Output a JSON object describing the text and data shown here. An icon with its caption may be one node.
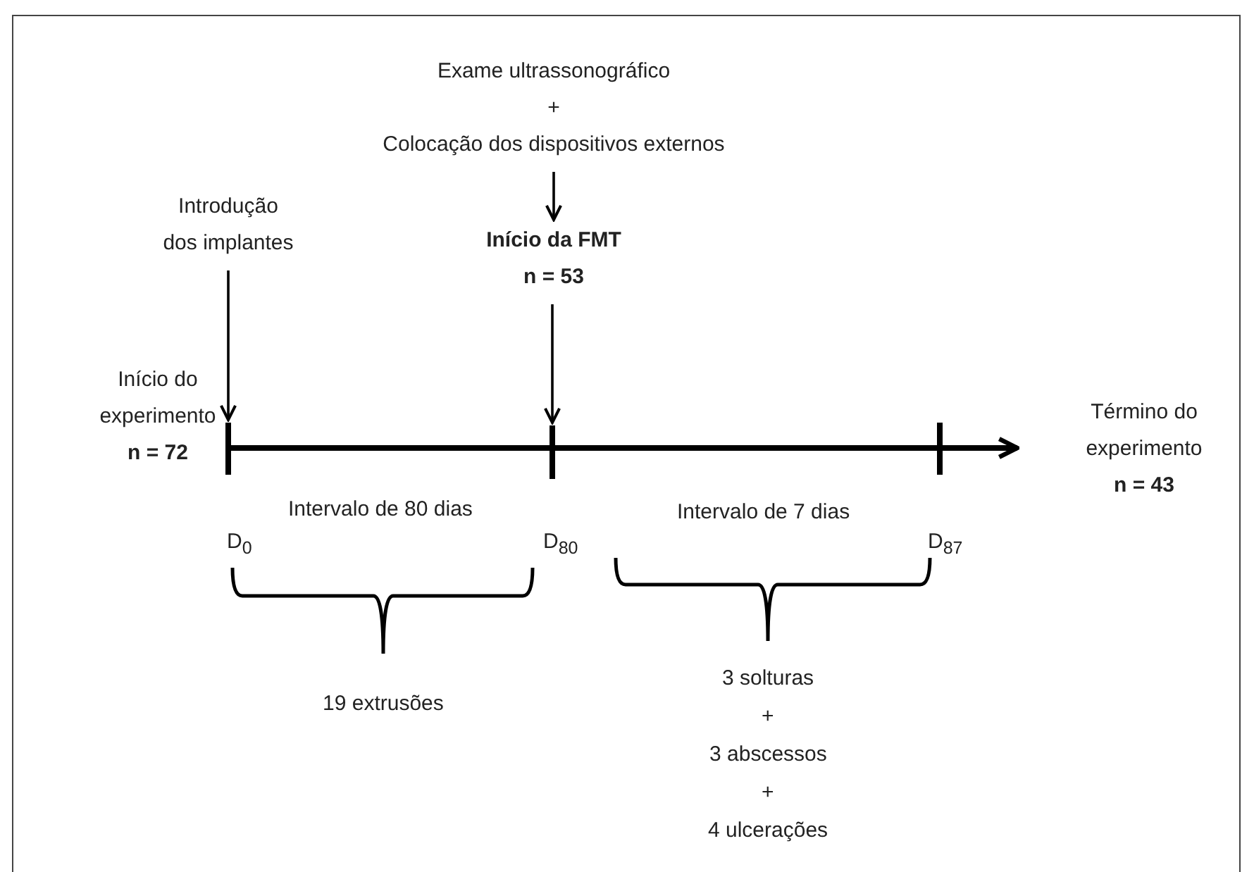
{
  "diagram": {
    "nodes": [
      {
        "text": [
          "Exame ultrassonográfico",
          "+",
          "Colocação dos dispositivos externos"
        ]
      },
      {
        "text": [
          "Início da FMT",
          "n = 53"
        ]
      },
      {
        "text": [
          "Introdução dos implantes"
        ]
      },
      {
        "text": [
          "Início do experimento",
          "n = 72"
        ]
      },
      {
        "text": [
          "Término do experimento",
          "n = 43"
        ]
      },
      {
        "text": [],
        "shape": "bar",
        "beside": [
          "D$_{0}$"
        ]
      },
      {
        "text": [],
        "shape": "bar",
        "beside": [
          "D$_{80}$"
        ]
      },
      {
        "text": [],
        "shape": "bar",
        "beside": [
          "D$_{87}$"
        ]
      }
    ],
    "edges": [
      {
        "from": 0,
        "to": 1,
        "arrow": "to"
      },
      {
        "from": 2,
        "to": 5,
        "arrow": "to"
      },
      {
        "from": 1,
        "to": 6,
        "arrow": "to"
      }
    ],
    "labels": [
      "Intervalo de 80 dias",
      "Intervalo de 7 dias",
      "19 extrusões",
      "3 solturas",
      "+",
      "3 abscessos",
      "+",
      "4 ulcerações"
    ]
  }
}
